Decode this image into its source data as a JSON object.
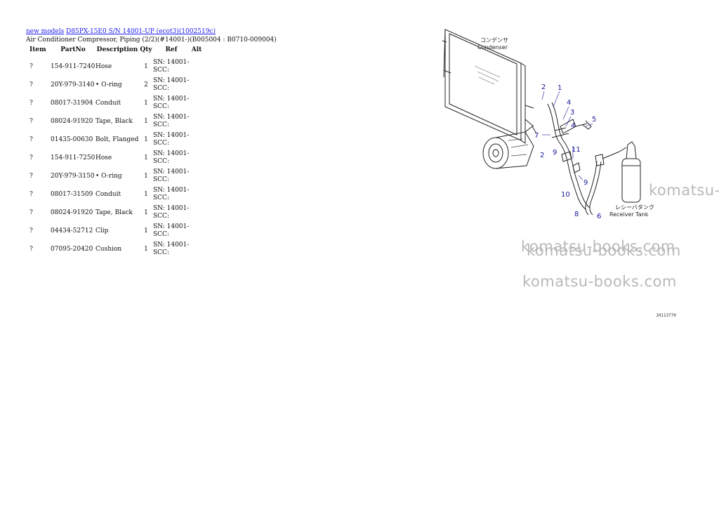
{
  "breadcrumb": {
    "link1": "new models",
    "link2": "D85PX-15E0 S/N 14001-UP (ecot3)(1002519c)"
  },
  "subtitle": "Air Conditioner Compressor, Piping (2/2)(#14001-)(B005004 : B0710-009004)",
  "table": {
    "headers": {
      "item": "Item",
      "partno": "PartNo",
      "description": "Description",
      "qty": "Qty",
      "ref": "Ref",
      "alt": "Alt"
    },
    "rows": [
      {
        "item": "?",
        "partno": "154-911-7240",
        "description": "Hose",
        "qty": "1",
        "ref1": "SN: 14001-",
        "ref2": "SCC:"
      },
      {
        "item": "?",
        "partno": "20Y-979-3140",
        "description": "• O-ring",
        "qty": "2",
        "ref1": "SN: 14001-",
        "ref2": "SCC:"
      },
      {
        "item": "?",
        "partno": "08017-31904",
        "description": "Conduit",
        "qty": "1",
        "ref1": "SN: 14001-",
        "ref2": "SCC:"
      },
      {
        "item": "?",
        "partno": "08024-91920",
        "description": "Tape, Black",
        "qty": "1",
        "ref1": "SN: 14001-",
        "ref2": "SCC:"
      },
      {
        "item": "?",
        "partno": "01435-00630",
        "description": "Bolt, Flanged",
        "qty": "1",
        "ref1": "SN: 14001-",
        "ref2": "SCC:"
      },
      {
        "item": "?",
        "partno": "154-911-7250",
        "description": "Hose",
        "qty": "1",
        "ref1": "SN: 14001-",
        "ref2": "SCC:"
      },
      {
        "item": "?",
        "partno": "20Y-979-3150",
        "description": "• O-ring",
        "qty": "1",
        "ref1": "SN: 14001-",
        "ref2": "SCC:"
      },
      {
        "item": "?",
        "partno": "08017-31509",
        "description": "Conduit",
        "qty": "1",
        "ref1": "SN: 14001-",
        "ref2": "SCC:"
      },
      {
        "item": "?",
        "partno": "08024-91920",
        "description": "Tape, Black",
        "qty": "1",
        "ref1": "SN: 14001-",
        "ref2": "SCC:"
      },
      {
        "item": "?",
        "partno": "04434-52712",
        "description": "Clip",
        "qty": "1",
        "ref1": "SN: 14001-",
        "ref2": "SCC:"
      },
      {
        "item": "?",
        "partno": "07095-20420",
        "description": "Cushion",
        "qty": "1",
        "ref1": "SN: 14001-",
        "ref2": "SCC:"
      }
    ]
  },
  "diagram": {
    "condenser_jp": "コンデンサ",
    "condenser_en": "Condenser",
    "receiver_jp": "レシーバタンク",
    "receiver_en": "Receiver Tank",
    "callouts": [
      "1",
      "2",
      "3",
      "4",
      "5",
      "6",
      "7",
      "8",
      "9",
      "10",
      "11",
      "2",
      "9",
      "4"
    ],
    "code": "JH113770"
  },
  "watermark": "komatsu-books.com",
  "watermark_partial": "komatsu-",
  "colors": {
    "link": "#1a1aee",
    "callout": "#1a1a99",
    "watermark": "#b9b9b9"
  }
}
